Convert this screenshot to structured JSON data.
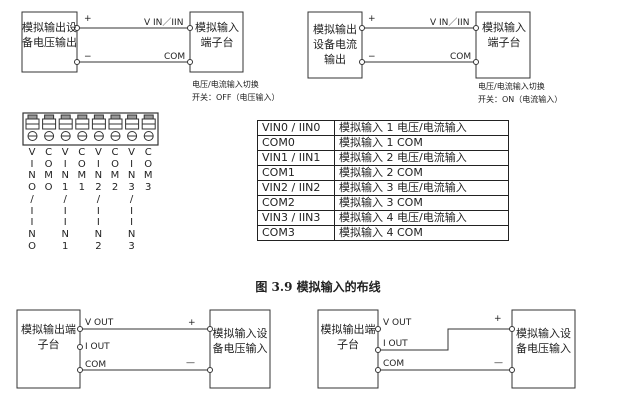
{
  "diagram_voltage_input": {
    "source_box": "模拟输出设备电压输出",
    "target_box": "模拟输入端子台",
    "plus": "+",
    "minus": "−",
    "vin_label": "V IN／IIN",
    "com_label": "COM",
    "caption_line1": "电压/电流输入切换",
    "caption_line2": "开关：OFF（电压输入）"
  },
  "diagram_current_input": {
    "source_box": "模拟输出设备电流输出",
    "target_box": "模拟输入端子台",
    "plus": "+",
    "minus": "−",
    "vin_label": "V IN／IIN",
    "com_label": "COM",
    "caption_line1": "电压/电流输入切换",
    "caption_line2": "开关：ON（电流输入）"
  },
  "terminal_labels": [
    [
      "V",
      "I",
      "N",
      "O",
      "/",
      "I",
      "I",
      "N",
      "O"
    ],
    [
      "C",
      "O",
      "M",
      "O"
    ],
    [
      "V",
      "I",
      "N",
      "1",
      "/",
      "I",
      "I",
      "N",
      "1"
    ],
    [
      "C",
      "O",
      "M",
      "1"
    ],
    [
      "V",
      "I",
      "N",
      "2",
      "/",
      "I",
      "I",
      "N",
      "2"
    ],
    [
      "C",
      "O",
      "M",
      "2"
    ],
    [
      "V",
      "I",
      "N",
      "3",
      "/",
      "I",
      "I",
      "N",
      "3"
    ],
    [
      "C",
      "O",
      "M",
      "3"
    ]
  ],
  "terminal_table": [
    [
      "VIN0 / IIN0",
      "模拟输入 1 电压/电流输入"
    ],
    [
      "COM0",
      "模拟输入 1 COM"
    ],
    [
      "VIN1 / IIN1",
      "模拟输入 2 电压/电流输入"
    ],
    [
      "COM1",
      "模拟输入 2 COM"
    ],
    [
      "VIN2 / IIN2",
      "模拟输入 3 电压/电流输入"
    ],
    [
      "COM2",
      "模拟输入 3 COM"
    ],
    [
      "VIN3 / IIN3",
      "模拟输入 4 电压/电流输入"
    ],
    [
      "COM3",
      "模拟输入 4 COM"
    ]
  ],
  "figure_caption": "图  3.9 模拟输入的布线",
  "diagram_voltage_output": {
    "source_box": "模拟输出端子台",
    "target_box": "模拟输入设备电压输入",
    "vout": "V OUT",
    "iout": "I OUT",
    "com": "COM",
    "plus": "+",
    "minus": "—"
  },
  "diagram_current_output": {
    "source_box": "模拟输出端子台",
    "target_box": "模拟输入设备电压输入",
    "vout": "V OUT",
    "iout": "I OUT",
    "com": "COM",
    "plus": "+",
    "minus": "—"
  }
}
